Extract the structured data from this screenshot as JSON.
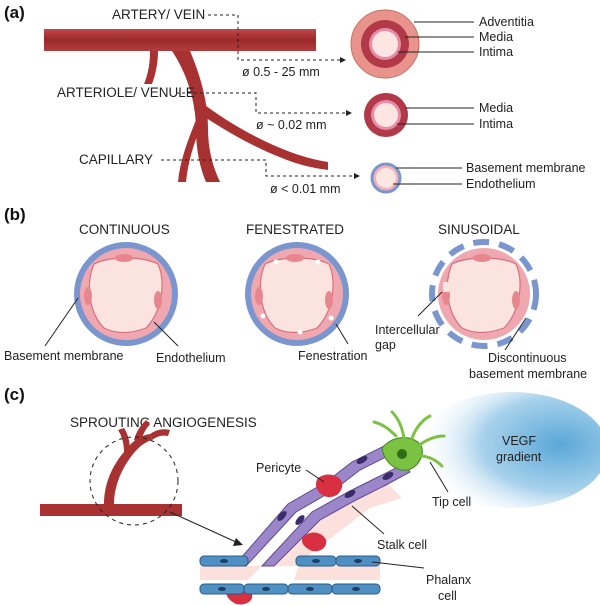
{
  "panel_a": {
    "letter": "(a)",
    "artery_vein": "ARTERY/ VEIN",
    "artery_size": "ø 0.5 - 25 mm",
    "arteriole_venule": "ARTERIOLE/ VENULE",
    "arteriole_size": "ø ~ 0.02 mm",
    "capillary": "CAPILLARY",
    "capillary_size": "ø < 0.01 mm",
    "adventitia": "Adventitia",
    "media": "Media",
    "intima": "Intima",
    "media2": "Media",
    "intima2": "Intima",
    "basement_membrane": "Basement membrane",
    "endothelium": "Endothelium"
  },
  "panel_b": {
    "letter": "(b)",
    "continuous": "CONTINUOUS",
    "fenestrated": "FENESTRATED",
    "sinusoidal": "SINUSOIDAL",
    "basement_membrane": "Basement membrane",
    "endothelium": "Endothelium",
    "fenestration": "Fenestration",
    "intercellular_gap_1": "Intercellular",
    "intercellular_gap_2": "gap",
    "discontinuous_1": "Discontinuous",
    "discontinuous_2": "basement membrane"
  },
  "panel_c": {
    "letter": "(c)",
    "title": "SPROUTING ANGIOGENESIS",
    "vegf_1": "VEGF",
    "vegf_2": "gradient",
    "pericyte": "Pericyte",
    "tip_cell": "Tip cell",
    "stalk_cell": "Stalk cell",
    "phalanx_1": "Phalanx",
    "phalanx_2": "cell"
  },
  "colors": {
    "vessel_red": "#a83232",
    "tissue_pink": "#f0a8b0",
    "lumen": "#fbe4e0",
    "membrane_blue": "#7b96cf",
    "endo_purple": "#9a86c8",
    "phalanx_blue": "#4f8fc2",
    "tip_green": "#7cc242",
    "vegf_blue": "#6fb4dc"
  }
}
